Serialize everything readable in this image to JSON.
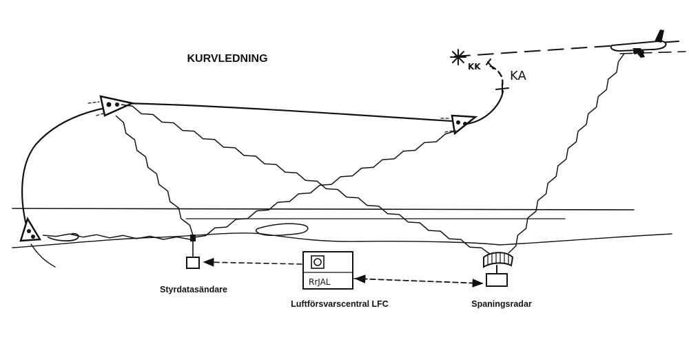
{
  "diagram": {
    "title": "KURVLEDNING",
    "labels": {
      "transmitter": "Styrdatasändare",
      "control_center": "Luftförsvarscentral LFC",
      "search_radar": "Spaningsradar",
      "console_text": "RrJAL",
      "ka": "KA",
      "kk": "KK"
    },
    "colors": {
      "ink": "#111111",
      "background": "#ffffff"
    }
  }
}
